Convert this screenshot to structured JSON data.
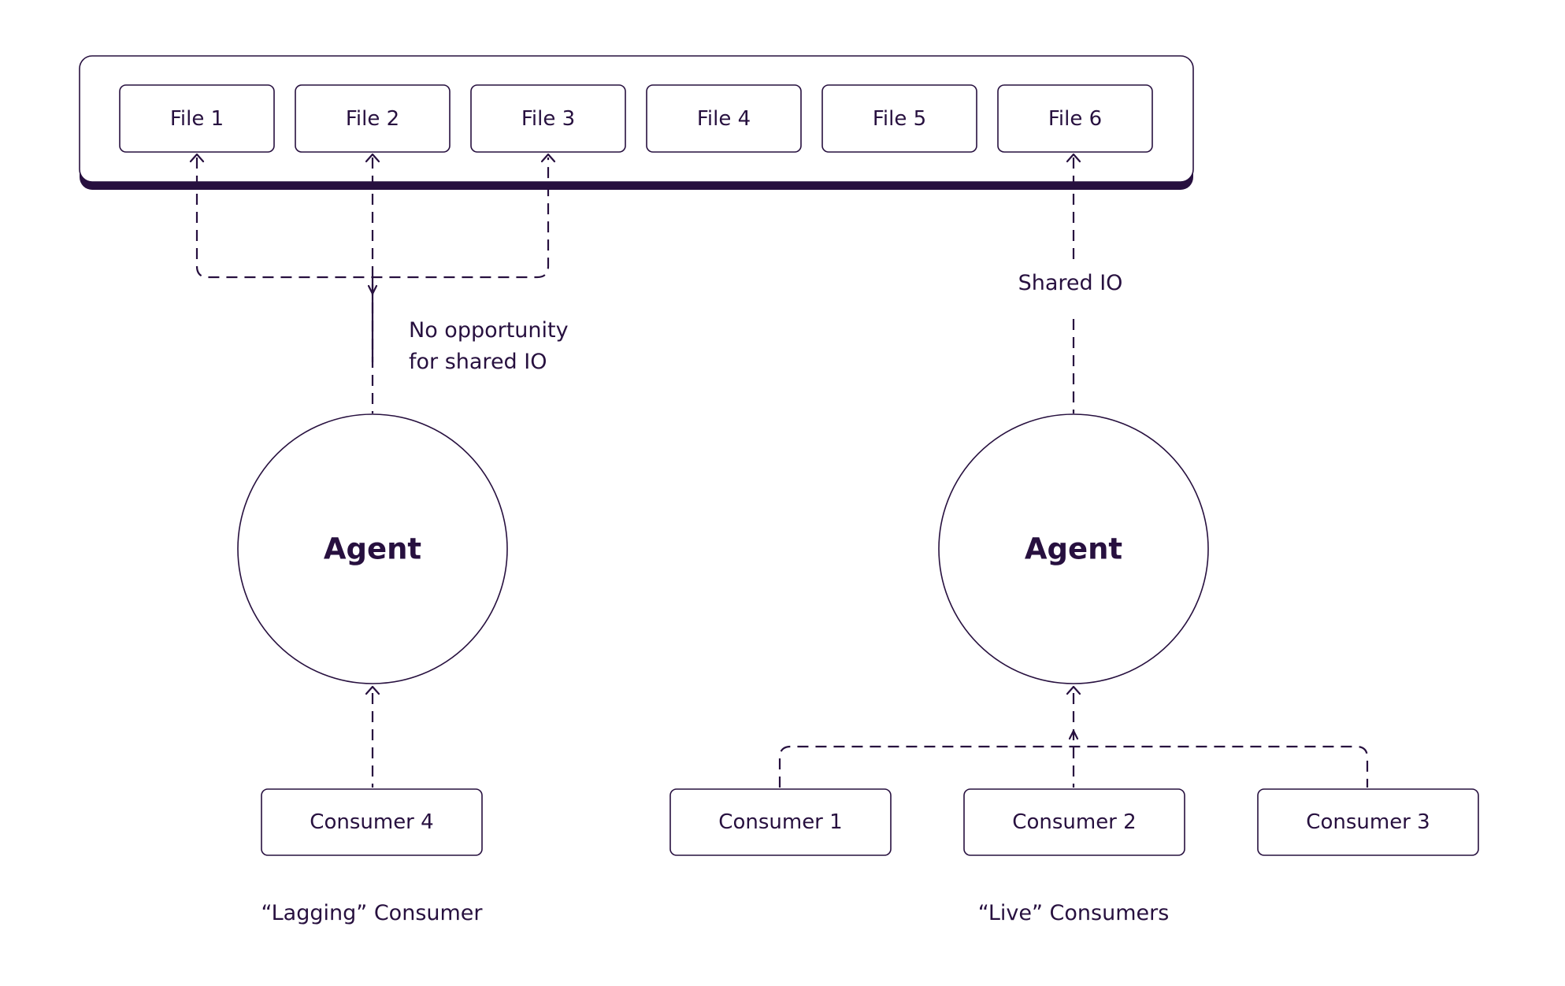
{
  "files": [
    "File 1",
    "File 2",
    "File 3",
    "File 4",
    "File 5",
    "File 6"
  ],
  "left": {
    "agent_label": "Agent",
    "annotation_line1": "No opportunity",
    "annotation_line2": "for shared IO",
    "consumer": "Consumer 4",
    "caption": "“Lagging” Consumer"
  },
  "right": {
    "agent_label": "Agent",
    "annotation": "Shared IO",
    "consumers": [
      "Consumer 1",
      "Consumer 2",
      "Consumer 3"
    ],
    "caption": "“Live” Consumers"
  },
  "colors": {
    "ink": "#27103f",
    "background": "#ffffff"
  }
}
